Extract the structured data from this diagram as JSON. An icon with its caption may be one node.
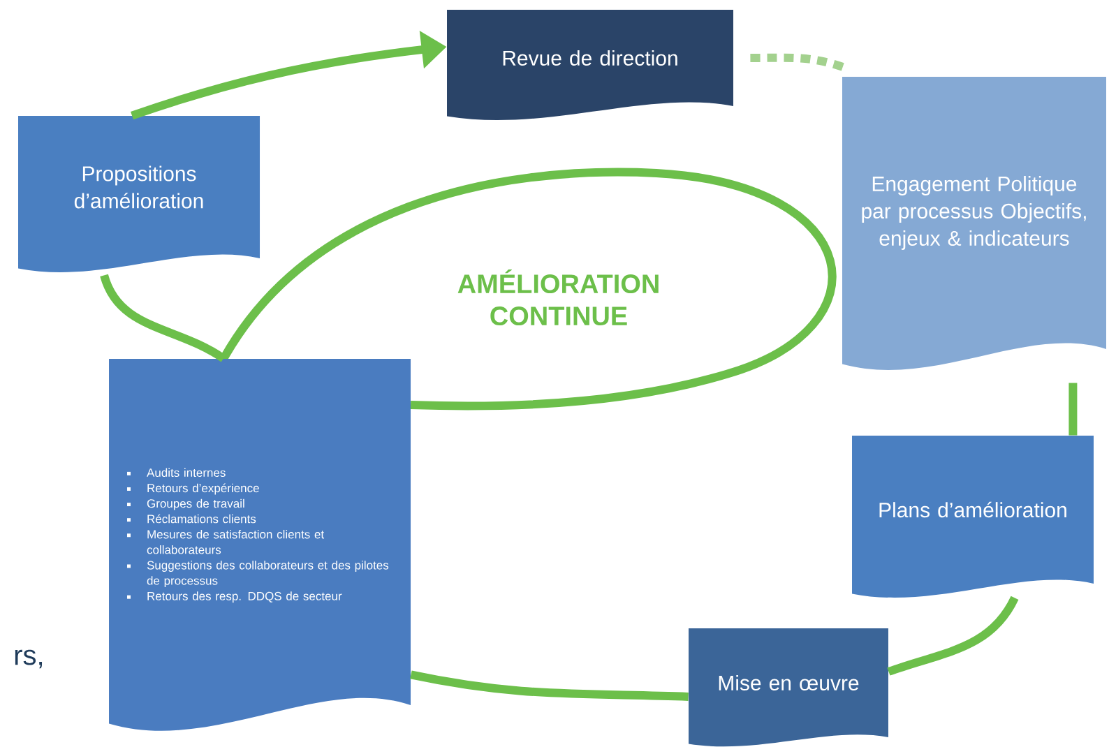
{
  "diagram": {
    "nodes": [
      {
        "text": [
          "Revue de direction"
        ]
      },
      {
        "text": [
          "Engagement Politique par processus Objectifs,  enjeux & indicateurs"
        ]
      },
      {
        "text": [
          "Plans d’amélioration"
        ]
      },
      {
        "text": [
          "Mise en œuvre"
        ]
      },
      {
        "text": [
          "Audits internes",
          "Retours d’expérience",
          "Groupes de travail",
          "Réclamations clients",
          "Mesures de satisfaction clients et collaborateurs",
          "Suggestions des collaborateurs et des pilotes de processus",
          "Retours des resp. DDQS de secteur"
        ]
      },
      {
        "text": [
          "Propositions d’amélioration"
        ]
      },
      {
        "text": [
          "AMÉLIORATION CONTINUE"
        ]
      }
    ],
    "edges": [
      {
        "from": 5,
        "to": 0,
        "arrow": "to"
      },
      {
        "from": 0,
        "to": 1,
        "arrow": "none",
        "style": "dashed",
        "color": "#a3d18e"
      },
      {
        "from": 1,
        "to": 2,
        "arrow": "none"
      },
      {
        "from": 2,
        "to": 3,
        "arrow": "none"
      },
      {
        "from": 3,
        "to": 4,
        "arrow": "none"
      },
      {
        "from": 4,
        "to": 5,
        "arrow": "none"
      }
    ],
    "labels": [
      "rs,"
    ]
  }
}
